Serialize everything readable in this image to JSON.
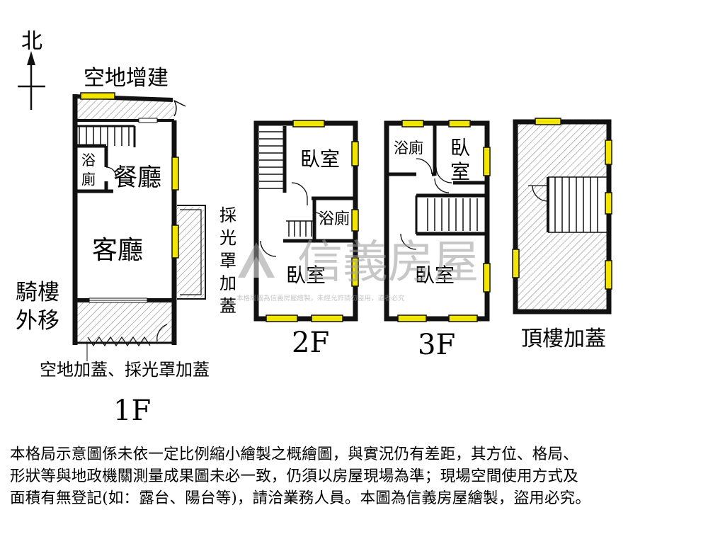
{
  "compass": {
    "label": "北"
  },
  "floors": {
    "f1": {
      "floor_label": "1F",
      "extension_label": "空地增建",
      "bath_label_1": "浴",
      "bath_label_2": "廁",
      "dining_label": "餐廳",
      "living_label": "客廳",
      "arcade_label_1": "騎樓",
      "arcade_label_2": "外移",
      "skylight_chars": [
        "採",
        "光",
        "罩",
        "加",
        "蓋"
      ],
      "bottom_note": "空地加蓋、採光罩加蓋"
    },
    "f2": {
      "floor_label": "2F",
      "bedroom_top": "臥室",
      "bath": "浴廁",
      "bedroom_bottom": "臥室"
    },
    "f3": {
      "floor_label": "3F",
      "bath": "浴廁",
      "bedroom_top_1": "臥",
      "bedroom_top_2": "室",
      "bedroom_bottom": "臥室"
    },
    "roof": {
      "floor_label": "頂樓加蓋"
    }
  },
  "watermark": {
    "brand": "信義房屋",
    "small_text": "本格局圖為信義房屋繪製，未經允許請勿盜用，違者必究"
  },
  "disclaimer": [
    "本格局示意圖係未依一定比例縮小繪製之概繪圖，與實況仍有差距，其方位、格局、",
    "形狀等與地政機關測量成果圖未必一致，仍須以房屋現場為準；現場空間使用方式及",
    "面積有無登記(如：露台、陽台等)，請洽業務人員。本圖為信義房屋繪製，盜用必究。"
  ],
  "colors": {
    "wall": "#111111",
    "window": "#f2e600",
    "hatch": "#888888",
    "watermark": "#9a9a9a"
  }
}
